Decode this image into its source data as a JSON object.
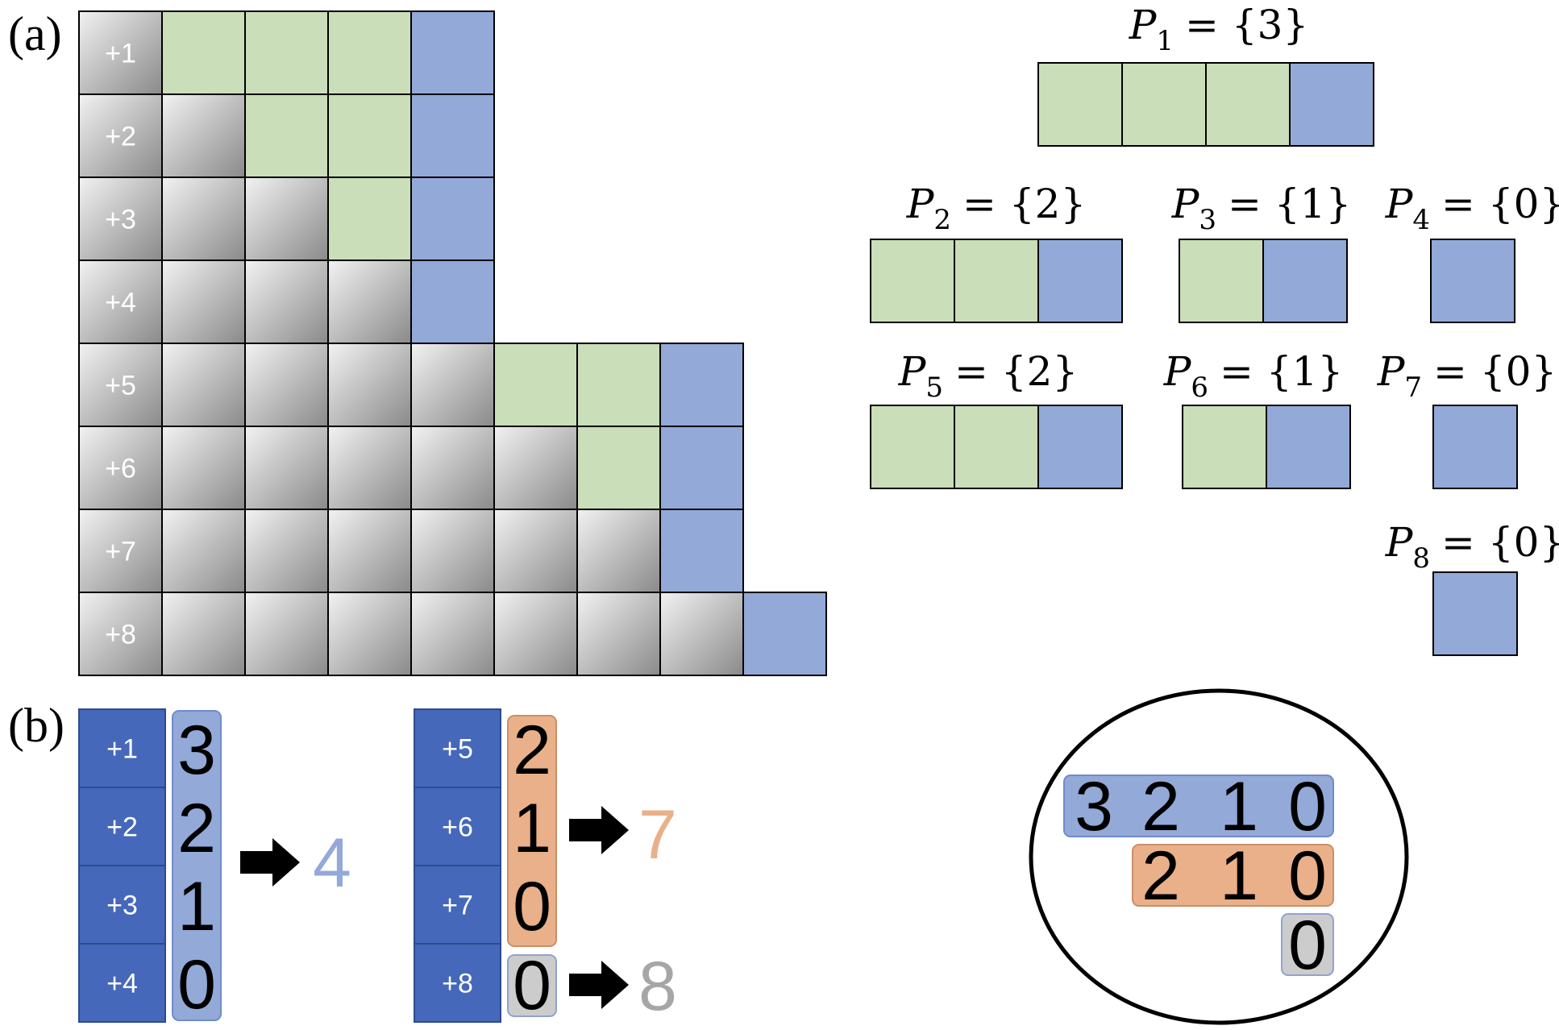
{
  "colors": {
    "gray_light": "#f0f0f0",
    "gray_dark": "#8c8c8c",
    "green": "#c9deb9",
    "blue": "#93a9d8",
    "row_blue": "#4568ba",
    "orange": "#e9b08a",
    "gray_box": "#cccccc",
    "result_blue": "#93a9d8",
    "result_orange": "#e9b08a",
    "result_gray": "#a6a6a6"
  },
  "panel_a": {
    "label": "(a)",
    "rows": [
      {
        "label": "+1",
        "cells": [
          "g",
          "g",
          "g",
          "b"
        ]
      },
      {
        "label": "+2",
        "cells": [
          "x",
          "g",
          "g",
          "b"
        ]
      },
      {
        "label": "+3",
        "cells": [
          "x",
          "x",
          "g",
          "b"
        ]
      },
      {
        "label": "+4",
        "cells": [
          "x",
          "x",
          "x",
          "b"
        ]
      },
      {
        "label": "+5",
        "cells": [
          "x",
          "x",
          "x",
          "x",
          "g",
          "g",
          "b"
        ]
      },
      {
        "label": "+6",
        "cells": [
          "x",
          "x",
          "x",
          "x",
          "x",
          "g",
          "b"
        ]
      },
      {
        "label": "+7",
        "cells": [
          "x",
          "x",
          "x",
          "x",
          "x",
          "x",
          "b"
        ]
      },
      {
        "label": "+8",
        "cells": [
          "x",
          "x",
          "x",
          "x",
          "x",
          "x",
          "x",
          "b"
        ]
      }
    ],
    "sets": [
      {
        "name": "P",
        "sub": "1",
        "value": "= {3}",
        "cells": [
          "g",
          "g",
          "g",
          "b"
        ]
      },
      {
        "name": "P",
        "sub": "2",
        "value": "= {2}",
        "cells": [
          "g",
          "g",
          "b"
        ]
      },
      {
        "name": "P",
        "sub": "3",
        "value": "= {1}",
        "cells": [
          "g",
          "b"
        ]
      },
      {
        "name": "P",
        "sub": "4",
        "value": "= {0}",
        "cells": [
          "b"
        ]
      },
      {
        "name": "P",
        "sub": "5",
        "value": "= {2}",
        "cells": [
          "g",
          "g",
          "b"
        ]
      },
      {
        "name": "P",
        "sub": "6",
        "value": "= {1}",
        "cells": [
          "g",
          "b"
        ]
      },
      {
        "name": "P",
        "sub": "7",
        "value": "= {0}",
        "cells": [
          "b"
        ]
      },
      {
        "name": "P",
        "sub": "8",
        "value": "= {0}",
        "cells": [
          "b"
        ]
      }
    ]
  },
  "panel_b": {
    "label": "(b)",
    "group1": {
      "rows": [
        "+1",
        "+2",
        "+3",
        "+4"
      ],
      "values": [
        "3",
        "2",
        "1",
        "0"
      ],
      "result": "4"
    },
    "group2": {
      "rows": [
        "+5",
        "+6",
        "+7",
        "+8"
      ],
      "values": [
        "2",
        "1",
        "0"
      ],
      "result": "7",
      "single": "0",
      "single_result": "8"
    },
    "circle": {
      "row1": [
        "3",
        "2",
        "1",
        "0"
      ],
      "row2": [
        "2",
        "1",
        "0"
      ],
      "row3": [
        "0"
      ]
    }
  }
}
